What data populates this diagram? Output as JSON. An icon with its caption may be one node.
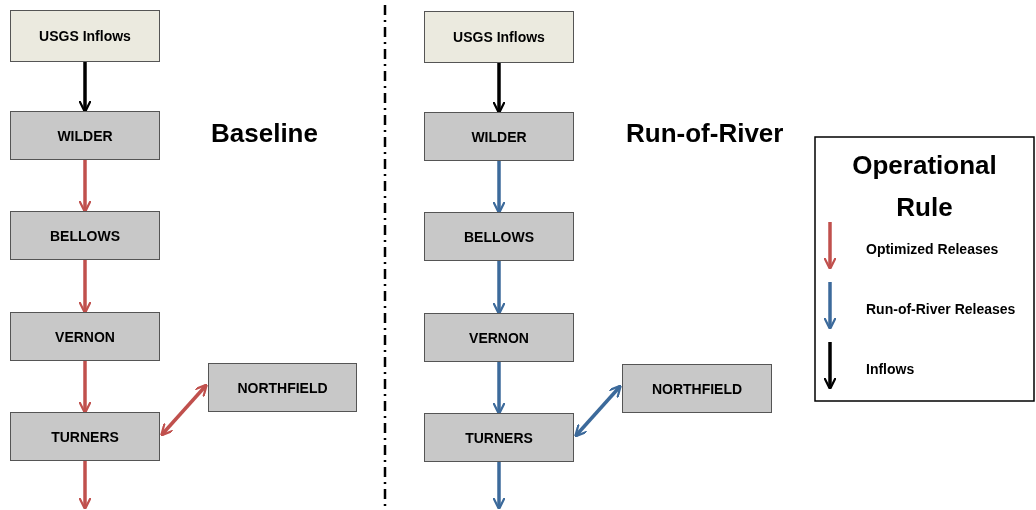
{
  "diagram": {
    "nodes": [
      {
        "text": [
          "USGS Inflows"
        ]
      },
      {
        "text": [
          "WILDER"
        ]
      },
      {
        "text": [
          "BELLOWS"
        ]
      },
      {
        "text": [
          "VERNON"
        ]
      },
      {
        "text": [
          "TURNERS"
        ]
      },
      {
        "text": [
          "NORTHFIELD"
        ]
      },
      {
        "text": [
          "USGS Inflows"
        ]
      },
      {
        "text": [
          "WILDER"
        ]
      },
      {
        "text": [
          "BELLOWS"
        ]
      },
      {
        "text": [
          "VERNON"
        ]
      },
      {
        "text": [
          "TURNERS"
        ]
      },
      {
        "text": [
          "NORTHFIELD"
        ]
      }
    ],
    "edges": [
      {
        "from": 0,
        "to": 1,
        "arrow": "to",
        "color": "#000000"
      },
      {
        "from": 1,
        "to": 2,
        "arrow": "to",
        "color": "#c0504d"
      },
      {
        "from": 2,
        "to": 3,
        "arrow": "to",
        "color": "#c0504d"
      },
      {
        "from": 3,
        "to": 4,
        "arrow": "to",
        "color": "#c0504d"
      },
      {
        "from": 4,
        "to": null,
        "arrow": "to",
        "color": "#c0504d"
      },
      {
        "from": 4,
        "to": 5,
        "arrow": "both",
        "color": "#c0504d"
      },
      {
        "from": 6,
        "to": 7,
        "arrow": "to",
        "color": "#000000"
      },
      {
        "from": 7,
        "to": 8,
        "arrow": "to",
        "color": "#3c6a9b"
      },
      {
        "from": 8,
        "to": 9,
        "arrow": "to",
        "color": "#3c6a9b"
      },
      {
        "from": 9,
        "to": 10,
        "arrow": "to",
        "color": "#3c6a9b"
      },
      {
        "from": 10,
        "to": null,
        "arrow": "to",
        "color": "#3c6a9b"
      },
      {
        "from": 10,
        "to": 11,
        "arrow": "both",
        "color": "#3c6a9b"
      }
    ],
    "labels": [
      "Baseline",
      "Run-of-River",
      "Operational Rule"
    ],
    "legend": [
      {
        "text": "Optimized Releases"
      },
      {
        "text": "Run-of-River Releases"
      },
      {
        "text": "Inflows"
      }
    ]
  }
}
